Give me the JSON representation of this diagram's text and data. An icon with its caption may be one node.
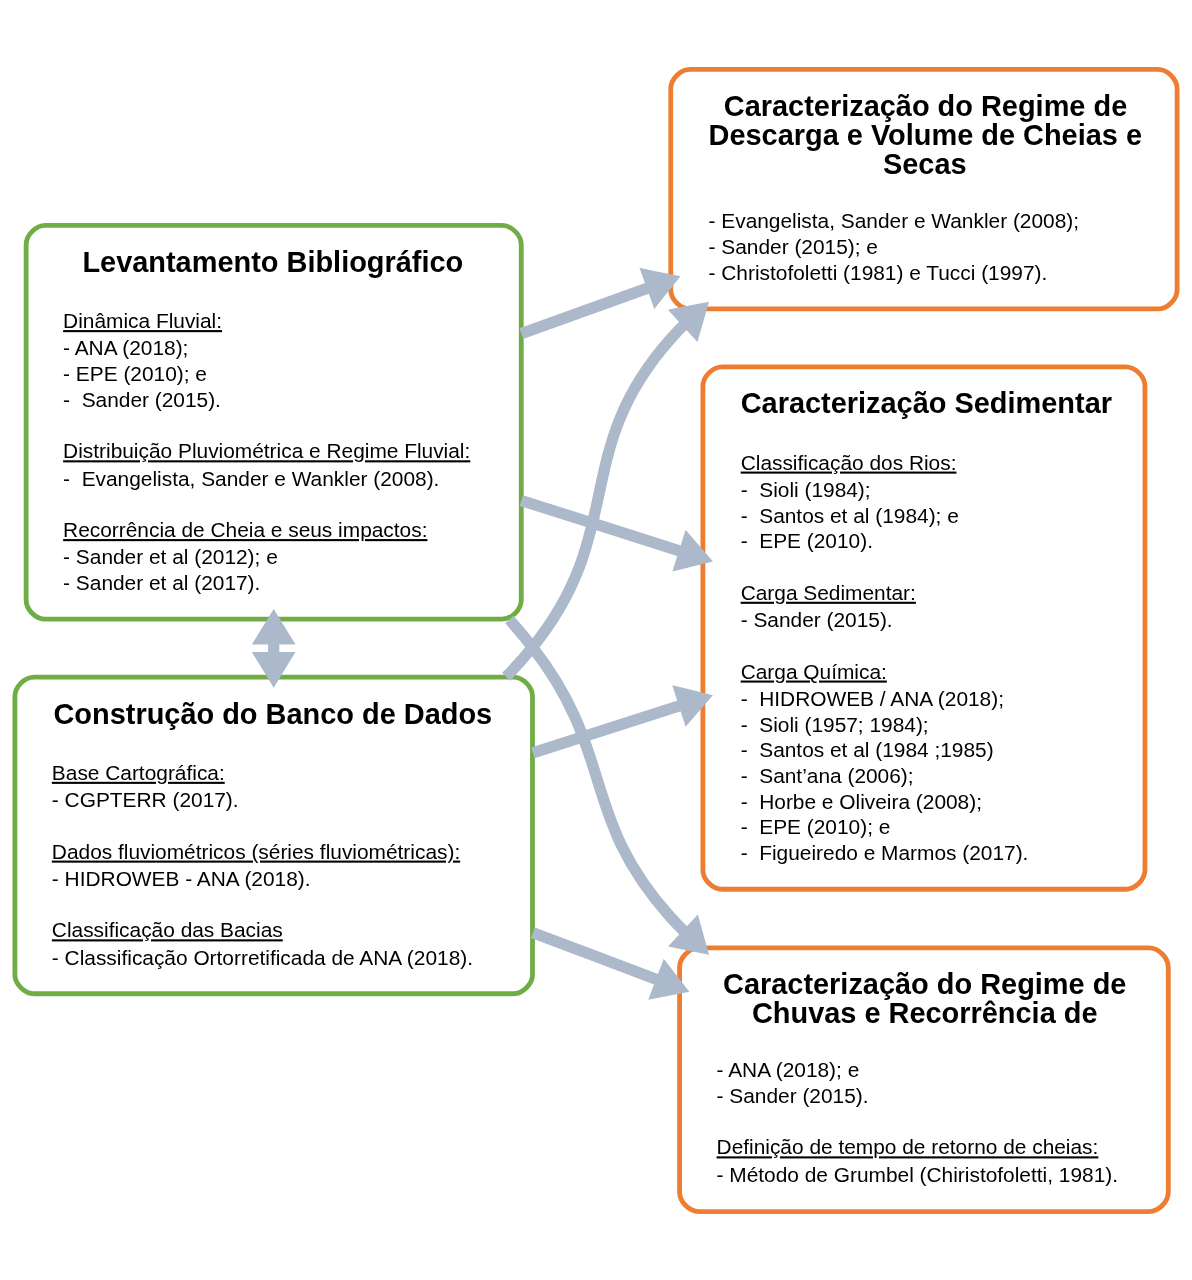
{
  "diagram": {
    "nodes": [
      {
        "text": [
          "Levantamento Bibliográfico",
          "Dinâmica Fluvial:",
          "- ANA (2018);",
          "- EPE (2010); e",
          "-  Sander (2015).",
          "Distribuição Pluviométrica e Regime Fluvial:",
          "-  Evangelista, Sander e Wankler (2008).",
          "Recorrência de Cheia e seus impactos:",
          "- Sander et al (2012); e",
          "- Sander et al (2017)."
        ]
      },
      {
        "text": [
          "Caracterização do Regime de Descarga e Volume de Cheias e Secas",
          "- Evangelista, Sander e Wankler (2008);",
          "- Sander (2015); e",
          "- Christofoletti (1981) e Tucci (1997)."
        ]
      },
      {
        "text": [
          "Construção do Banco de Dados",
          "Base Cartográfica:",
          " - CGPTERR (2017).",
          "Dados fluviométricos (séries fluviométricas):",
          " - HIDROWEB - ANA (2018).",
          "Classificação das Bacias",
          " - Classificação Ortorretificada de ANA (2018)."
        ]
      },
      {
        "text": [
          "Caracterização Sedimentar",
          "Classificação dos Rios:",
          "-  Sioli (1984);",
          "-  Santos et al (1984); e",
          "-  EPE (2010).",
          "Carga Sedimentar:",
          "- Sander (2015).",
          "Carga Química:",
          "-  HIDROWEB / ANA (2018);",
          "-  Sioli (1957; 1984);",
          "-  Santos et al (1984 ;1985)",
          "-  Sant’ana (2006);",
          "-  Horbe e Oliveira (2008);",
          "-  EPE (2010); e",
          "-  Figueiredo e Marmos (2017)."
        ]
      },
      {
        "text": [
          "Caracterização do Regime de Chuvas e Recorrência de",
          "- ANA (2018); e",
          "- Sander (2015).",
          "Definição de tempo de retorno de cheias:",
          "- Método de Grumbel (Chiristofoletti, 1981)."
        ]
      }
    ],
    "edges": [
      {
        "from": 0,
        "to": 2,
        "arrow": "both"
      },
      {
        "from": 0,
        "to": 1,
        "arrow": "to"
      },
      {
        "from": 0,
        "to": 3,
        "arrow": "to"
      },
      {
        "from": 0,
        "to": 4,
        "arrow": "to"
      },
      {
        "from": 2,
        "to": 1,
        "arrow": "to"
      },
      {
        "from": 2,
        "to": 3,
        "arrow": "to"
      },
      {
        "from": 2,
        "to": 4,
        "arrow": "to"
      }
    ]
  }
}
